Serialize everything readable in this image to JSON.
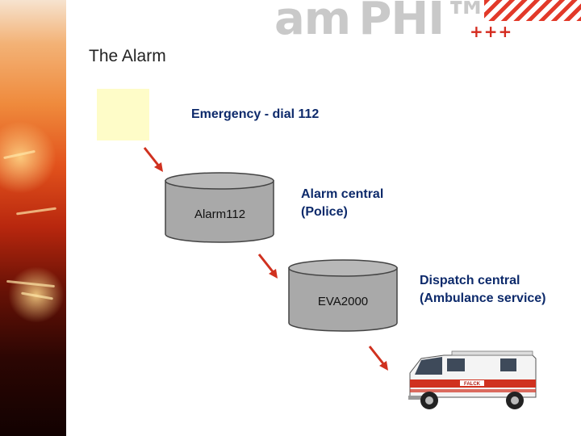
{
  "slide": {
    "title": "The Alarm",
    "emergency_label": "Emergency - dial 112",
    "alarm_central": [
      "Alarm central",
      "(Police)"
    ],
    "dispatch_central": [
      "Dispatch central",
      "(Ambulance service)"
    ]
  },
  "logo": {
    "text": "am PHI™",
    "plus": "+++"
  },
  "cylinders": {
    "alarm112": "Alarm112",
    "eva2000": "EVA2000"
  },
  "ambulance": {
    "side_text": "FALCK"
  },
  "colors": {
    "label_blue": "#0d2a6b",
    "arrow_red": "#d0311f",
    "cylinder_gray": "#a9a9a9",
    "yellow_box": "#fefcc8"
  }
}
